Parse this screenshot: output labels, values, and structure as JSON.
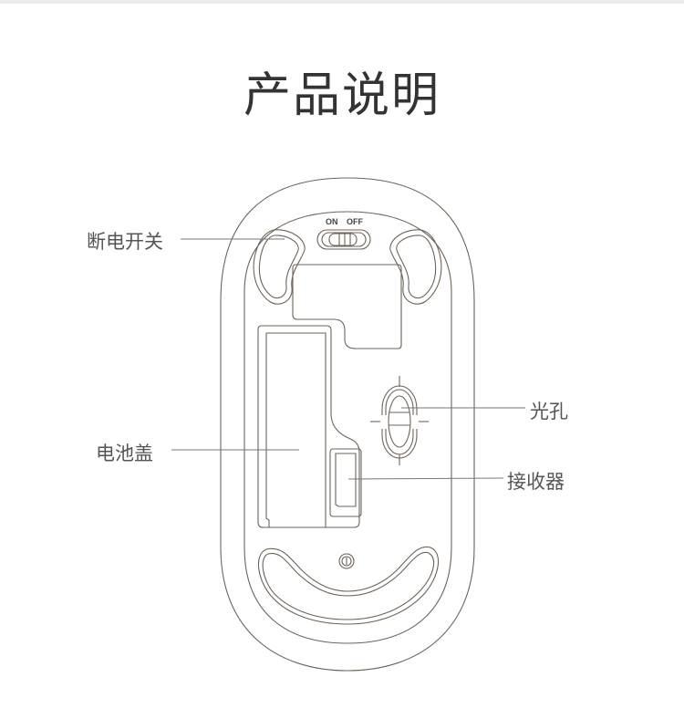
{
  "title": "产品说明",
  "switch_text": {
    "on": "ON",
    "off": "OFF"
  },
  "labels": {
    "power_switch": "断电开关",
    "battery_cover": "电池盖",
    "optical_hole": "光孔",
    "receiver": "接收器"
  }
}
